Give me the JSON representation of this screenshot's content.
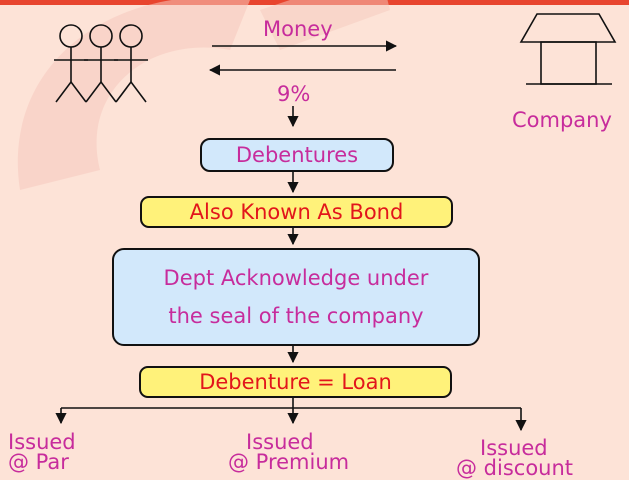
{
  "diagram": {
    "money_label": "Money",
    "rate_label": "9%",
    "company_label": "Company",
    "debentures": "Debentures",
    "bond": "Also Known As Bond",
    "acknowledge_line1": "Dept Acknowledge under",
    "acknowledge_line2": "the seal of the company",
    "loan": "Debenture = Loan",
    "issued_par": {
      "line1": "Issued",
      "line2": "@ Par"
    },
    "issued_premium": {
      "line1": "Issued",
      "line2": "@ Premium"
    },
    "issued_discount": {
      "line1": "Issued",
      "line2": "@ discount"
    }
  },
  "colors": {
    "background": "#fde3d7",
    "text": "#c72c9c",
    "red_text": "#e2151b",
    "blue_box": "#d2e8fb",
    "yellow_box": "#fff27a",
    "top_bar": "#e8452e"
  }
}
